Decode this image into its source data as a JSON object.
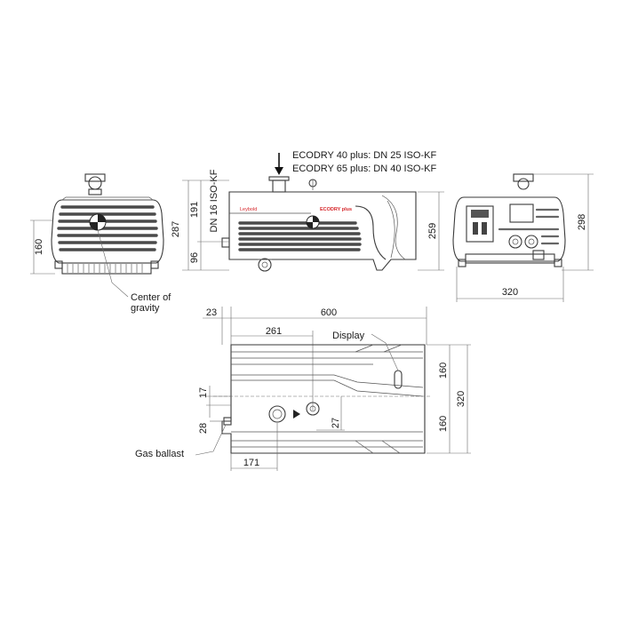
{
  "ports": {
    "line1": "ECODRY 40 plus: DN 25 ISO-KF",
    "line2": "ECODRY 65 plus: DN 40 ISO-KF",
    "exhaust": "DN 16 ISO-KF"
  },
  "labels": {
    "center_of_gravity_line1": "Center of",
    "center_of_gravity_line2": "gravity",
    "display": "Display",
    "gas_ballast": "Gas ballast"
  },
  "brand": {
    "logo": "Leybold",
    "product": "ECODRY plus"
  },
  "dimensions": {
    "front_height": "160",
    "side_overall_height": "287",
    "side_upper": "191",
    "side_lower": "96",
    "side_right_height": "259",
    "end_height": "298",
    "end_width": "320",
    "top_offset": "23",
    "top_length": "600",
    "top_cog": "261",
    "top_half_upper": "160",
    "top_half_lower": "160",
    "top_width": "320",
    "top_gb_offset": "17",
    "top_gb_y": "28",
    "top_inlet_y": "27",
    "top_gb_x": "171"
  },
  "colors": {
    "brand_red": "#d6262a",
    "line": "#3a3a3a"
  }
}
